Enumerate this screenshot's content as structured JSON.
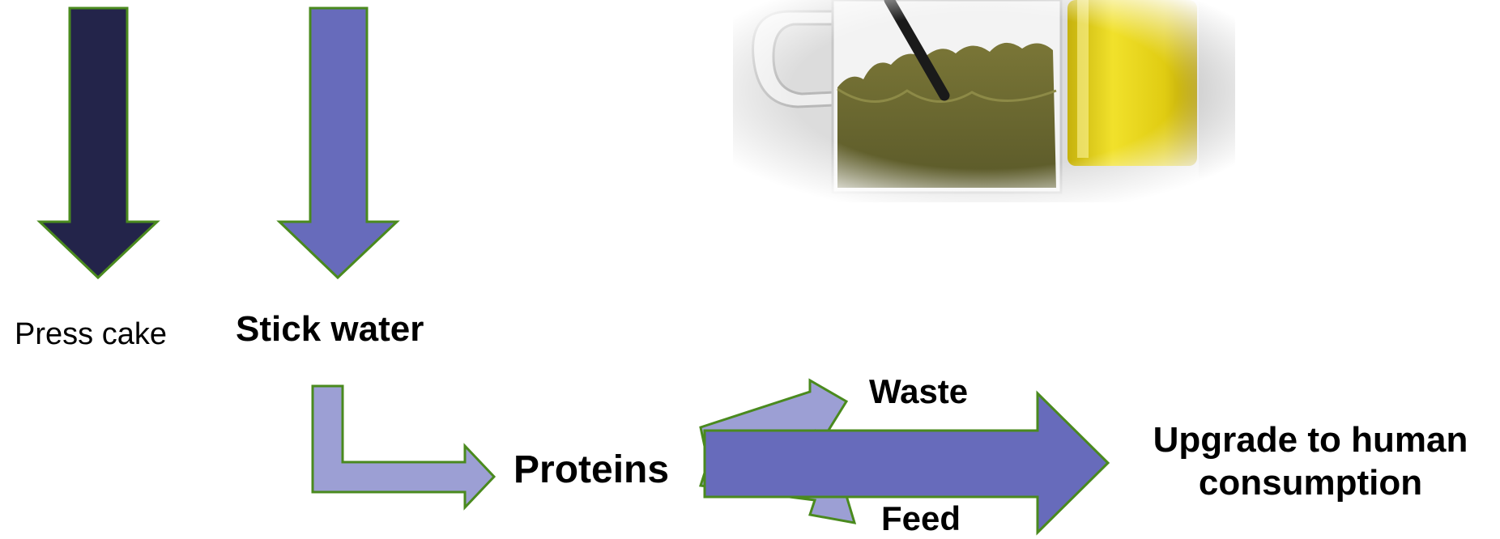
{
  "labels": {
    "press_cake": "Press cake",
    "stick_water": "Stick water",
    "proteins": "Proteins",
    "waste": "Waste",
    "feed": "Feed",
    "upgrade_line1": "Upgrade to human",
    "upgrade_line2": "consumption"
  },
  "colors": {
    "dark_navy": "#23244a",
    "periwinkle": "#676bbb",
    "light_periwinkle": "#9c9fd4",
    "arrow_outline": "#4a8a1e",
    "powder": "#6b6a2f",
    "oil": "#e3d21a"
  },
  "icons": {
    "photo": "jar-of-fish-meal-and-oil-photo"
  }
}
